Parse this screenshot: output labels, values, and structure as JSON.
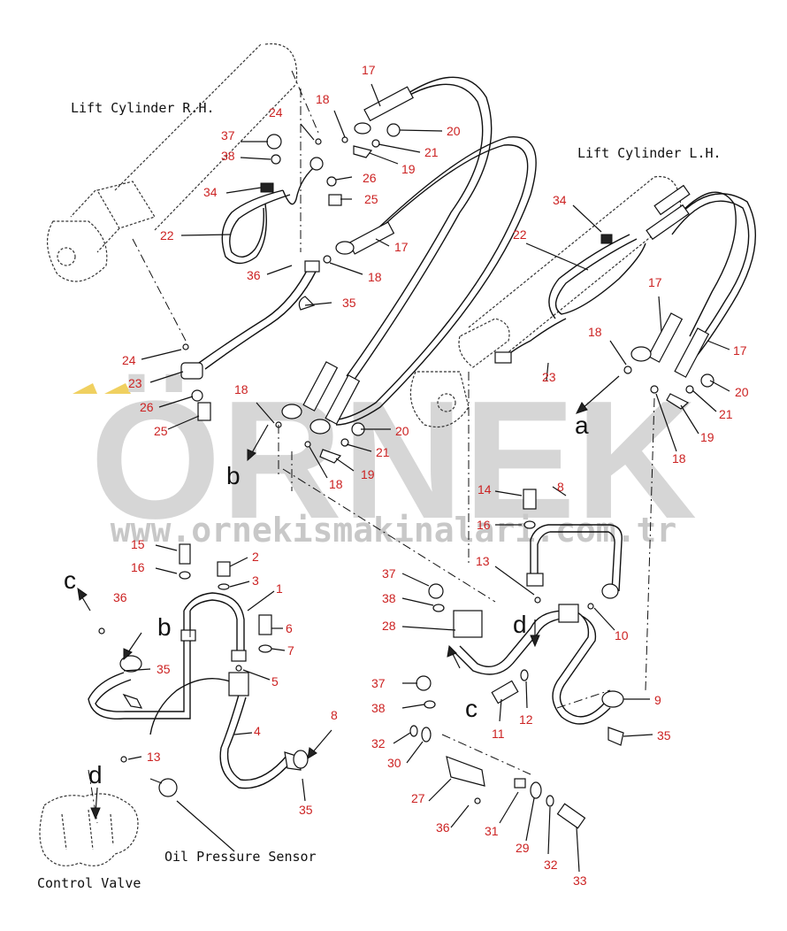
{
  "watermark": {
    "text": "ÖRNEK",
    "url": "www.ornekismakinalari.com.tr"
  },
  "titles": {
    "lift_rh": "Lift Cylinder R.H.",
    "lift_lh": "Lift Cylinder L.H.",
    "oil_sensor": "Oil Pressure Sensor",
    "control_valve": "Control Valve"
  },
  "letters": {
    "a": "a",
    "b_left": "b",
    "b_mid": "b",
    "c_left": "c",
    "c_mid": "c",
    "d_left": "d",
    "d_mid": "d"
  },
  "parts": {
    "p17_a": "17",
    "p18_a": "18",
    "p20_a": "20",
    "p21_a": "21",
    "p19_a": "19",
    "p24_a": "24",
    "p37_a": "37",
    "p38_a": "38",
    "p26_a": "26",
    "p25_a": "25",
    "p34_a": "34",
    "p22_a": "22",
    "p17_b": "17",
    "p18_b": "18",
    "p36_a": "36",
    "p35_a": "35",
    "p24_b": "24",
    "p23_a": "23",
    "p26_b": "26",
    "p25_b": "25",
    "p18_c": "18",
    "p20_b": "20",
    "p21_b": "21",
    "p19_b": "19",
    "p18_d": "18",
    "p34_b": "34",
    "p22_b": "22",
    "p17_c": "17",
    "p18_e": "18",
    "p17_d": "17",
    "p23_b": "23",
    "p20_c": "20",
    "p21_c": "21",
    "p19_c": "19",
    "p18_f": "18",
    "p14": "14",
    "p8_a": "8",
    "p16_a": "16",
    "p15": "15",
    "p16_b": "16",
    "p2": "2",
    "p3": "3",
    "p1": "1",
    "p36_b": "36",
    "p6": "6",
    "p7": "7",
    "p35_b": "35",
    "p5": "5",
    "p4": "4",
    "p13_a": "13",
    "p8_b": "8",
    "p35_c": "35",
    "p13_b": "13",
    "p37_b": "37",
    "p38_b": "38",
    "p28": "28",
    "p10": "10",
    "p37_c": "37",
    "p38_c": "38",
    "p11": "11",
    "p12": "12",
    "p9": "9",
    "p35_d": "35",
    "p32_a": "32",
    "p30": "30",
    "p27": "27",
    "p36_c": "36",
    "p31": "31",
    "p29": "29",
    "p32_b": "32",
    "p33": "33"
  }
}
